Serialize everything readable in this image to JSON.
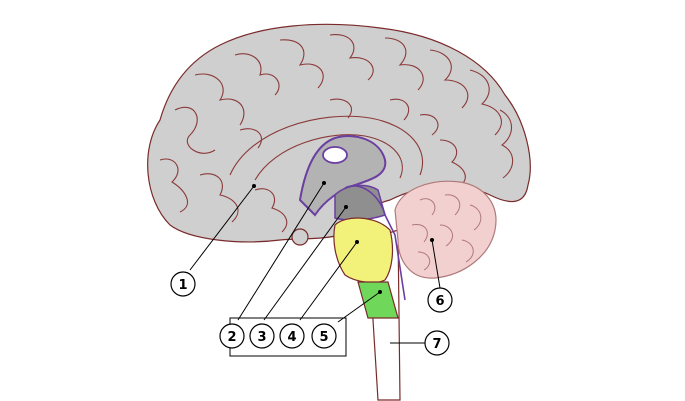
{
  "diagram": {
    "labels": {
      "l1": "1",
      "l2": "2",
      "l3": "3",
      "l4": "4",
      "l5": "5",
      "l6": "6",
      "l7": "7"
    },
    "colors": {
      "cortex": "#cfcfcf",
      "gyrus_line": "#8b3a3a",
      "outline": "#7a2a2a",
      "ventricle_border": "#6a3fa0",
      "thalamus": "#b3b3b3",
      "midbrain": "#8f8f8f",
      "pons": "#f2f27a",
      "medulla": "#6fd85a",
      "cerebellum": "#f2d0d0",
      "spinal_cord": "#ffffff",
      "callout_line": "#000000"
    }
  }
}
